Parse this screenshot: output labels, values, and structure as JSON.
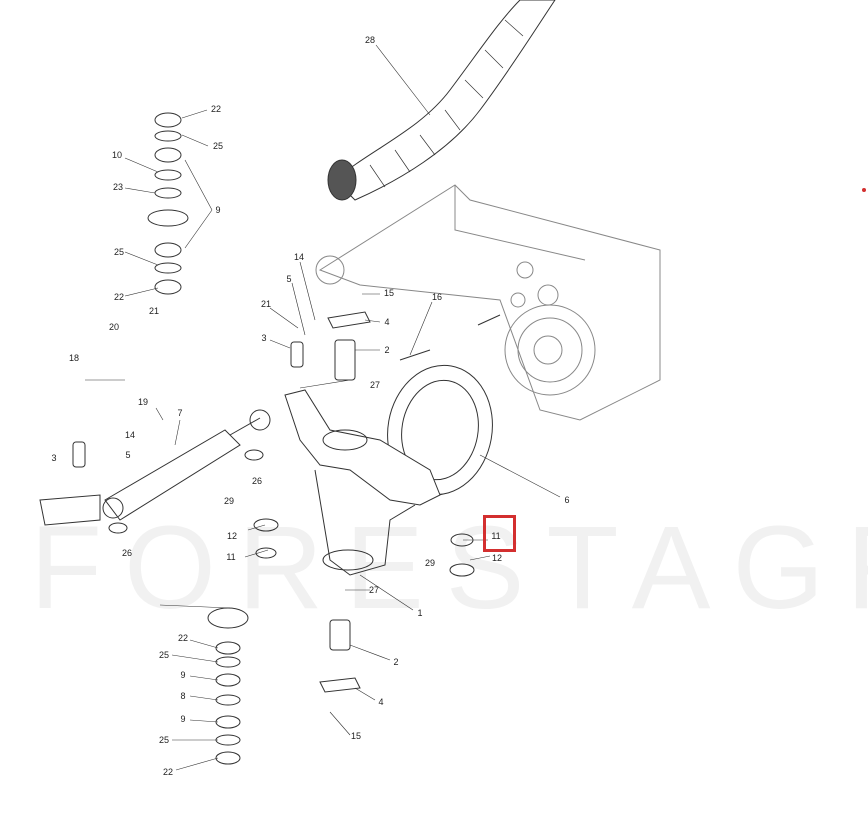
{
  "diagram": {
    "watermark": "FORESTAGRI",
    "highlighted_part": "11",
    "highlight_color": "#d32f2f",
    "callouts": [
      "28",
      "22",
      "25",
      "10",
      "23",
      "9",
      "25",
      "22",
      "14",
      "5",
      "15",
      "4",
      "21",
      "3",
      "2",
      "16",
      "20",
      "21",
      "18",
      "19",
      "27",
      "7",
      "14",
      "5",
      "3",
      "26",
      "6",
      "29",
      "12",
      "11",
      "11",
      "26",
      "29",
      "12",
      "27",
      "1",
      "22",
      "25",
      "9",
      "8",
      "2",
      "4",
      "9",
      "25",
      "15",
      "22"
    ]
  }
}
